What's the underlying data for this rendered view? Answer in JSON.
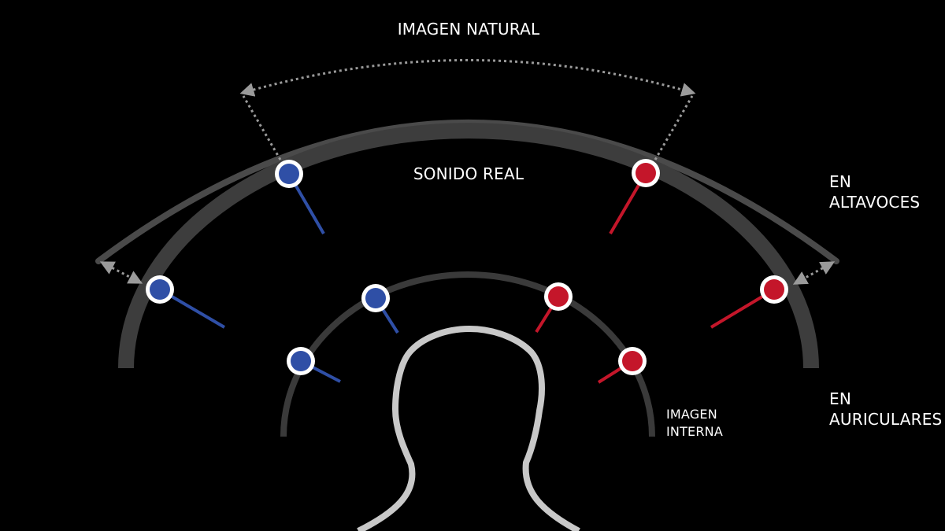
{
  "labels": {
    "natural_image": "IMAGEN NATURAL",
    "real_sound": "SONIDO REAL",
    "speakers_line1": "EN",
    "speakers_line2": "ALTAVOCES",
    "headphones_line1": "EN",
    "headphones_line2": "AURICULARES",
    "internal_line1": "IMAGEN",
    "internal_line2": "INTERNA"
  },
  "colors": {
    "background": "#000000",
    "left_channel": "#2f4fa6",
    "right_channel": "#c4162a",
    "outer_arc": "#4a4a4a",
    "speaker_arc": "#3d3d3d",
    "inner_arc": "#3a3a3a",
    "head_outline": "#c8c8c8",
    "dotted_arrow": "#9a9a9a",
    "ring": "#ffffff",
    "text": "#ffffff"
  },
  "icons": {
    "speaker_marker": "speaker-marker-icon",
    "head": "head-silhouette-icon"
  }
}
